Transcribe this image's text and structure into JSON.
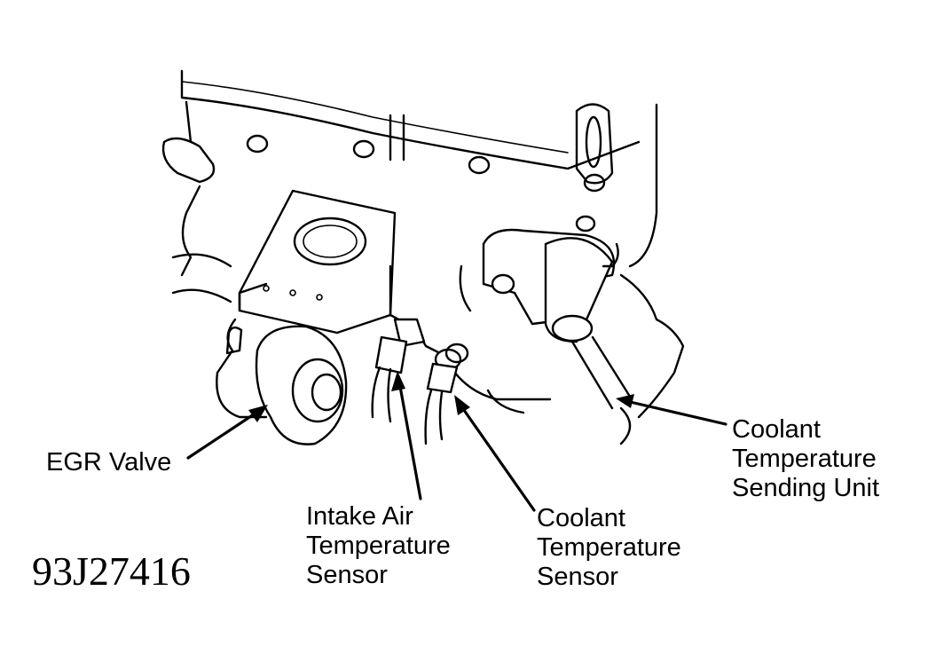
{
  "figure_id": "93J27416",
  "labels": {
    "egr_valve": [
      "EGR Valve"
    ],
    "intake_air_temperature_sensor": [
      "Intake Air",
      "Temperature",
      "Sensor"
    ],
    "coolant_temperature_sensor": [
      "Coolant",
      "Temperature",
      "Sensor"
    ],
    "coolant_temperature_sending_unit": [
      "Coolant",
      "Temperature",
      "Sending Unit"
    ]
  }
}
